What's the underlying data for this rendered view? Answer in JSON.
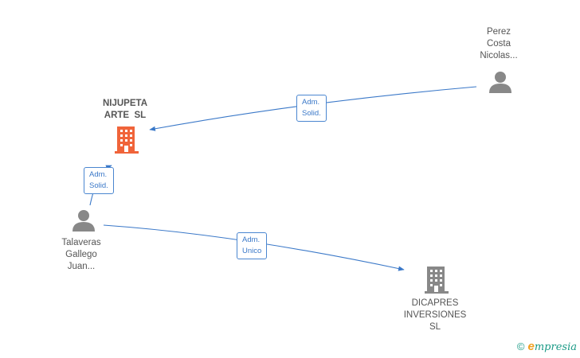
{
  "nodes": {
    "nijupeta": {
      "lines": [
        "NIJUPETA",
        "ARTE  SL"
      ],
      "color": "#f0643a"
    },
    "dicapres": {
      "lines": [
        "DICAPRES",
        "INVERSIONES",
        "SL"
      ],
      "color": "#888888"
    },
    "perez": {
      "lines": [
        "Perez",
        "Costa",
        "Nicolas..."
      ],
      "color": "#888888"
    },
    "talaveras": {
      "lines": [
        "Talaveras",
        "Gallego",
        "Juan..."
      ],
      "color": "#888888"
    }
  },
  "edges": {
    "perez_nijupeta": {
      "lines": [
        "Adm.",
        "Solid."
      ]
    },
    "talaveras_nijupeta": {
      "lines": [
        "Adm.",
        "Solid."
      ]
    },
    "talaveras_dicapres": {
      "lines": [
        "Adm.",
        "Unico"
      ]
    }
  },
  "colors": {
    "edge": "#3a78c8"
  },
  "brand": {
    "copyright": "©",
    "initial": "e",
    "rest": "mpresia"
  }
}
